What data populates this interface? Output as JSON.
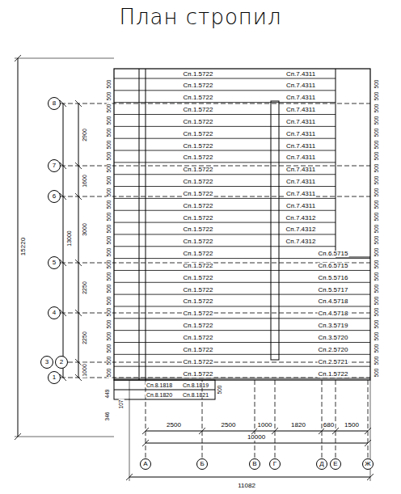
{
  "diagram": {
    "title": "План стропил",
    "nodes": [
      {
        "text": [
          "8"
        ]
      },
      {
        "text": [
          "7"
        ]
      },
      {
        "text": [
          "6"
        ]
      },
      {
        "text": [
          "5"
        ]
      },
      {
        "text": [
          "4"
        ]
      },
      {
        "text": [
          "3"
        ]
      },
      {
        "text": [
          "2"
        ]
      },
      {
        "text": [
          "1"
        ]
      },
      {
        "text": [
          "А"
        ]
      },
      {
        "text": [
          "Б"
        ]
      },
      {
        "text": [
          "В"
        ]
      },
      {
        "text": [
          "Г"
        ]
      },
      {
        "text": [
          "Д"
        ]
      },
      {
        "text": [
          "Е"
        ]
      },
      {
        "text": [
          "Ж"
        ]
      }
    ],
    "labels": [
      "Сп.1.5722",
      "Сп.1.5722",
      "Сп.1.5722",
      "Сп.1.5722",
      "Сп.1.5722",
      "Сп.1.5722",
      "Сп.1.5722",
      "Сп.1.5722",
      "Сп.1.5722",
      "Сп.1.5722",
      "Сп.1.5722",
      "Сп.1.5722",
      "Сп.1.5722",
      "Сп.1.5722",
      "Сп.1.5722",
      "Сп.1.5722",
      "Сп.1.5722",
      "Сп.1.5722",
      "Сп.1.5722",
      "Сп.1.5722",
      "Сп.1.5722",
      "Сп.1.5722",
      "Сп.1.5722",
      "Сп.1.5722",
      "Сп.1.5722",
      "Сп.1.5722",
      "Сп.7.4311",
      "Сп.7.4311",
      "Сп.7.4311",
      "Сп.7.4311",
      "Сп.7.4311",
      "Сп.7.4311",
      "Сп.7.4311",
      "Сп.7.4311",
      "Сп.7.4311",
      "Сп.7.4311",
      "Сп.7.4311",
      "Сп.7.4311",
      "Сп.7.4312",
      "Сп.7.4312",
      "Сп.7.4312",
      "Сп.6.5715",
      "Сп.6.5715",
      "Сп.5.5716",
      "Сп.5.5717",
      "Сп.4.5718",
      "Сп.4.5718",
      "Сп.3.5719",
      "Сп.3.5720",
      "Сп.2.5720",
      "Сп.2.5721",
      "Сп.1.5722",
      "Сп.8.1818",
      "Сп.8.1819",
      "Сп.8.1820",
      "Сп.8.1821",
      "2900",
      "1600",
      "3000",
      "2250",
      "2250",
      "1000",
      "13000",
      "15220",
      "449",
      "107",
      "346",
      "500",
      "2500",
      "2500",
      "1000",
      "1820",
      "680",
      "1500",
      "10000",
      "11082",
      "500",
      "500",
      "500",
      "500",
      "500",
      "500",
      "500",
      "500",
      "500",
      "500",
      "500",
      "500",
      "500",
      "500",
      "500",
      "500",
      "500",
      "500",
      "500",
      "500",
      "500",
      "500",
      "500",
      "500",
      "500",
      "500",
      "500",
      "500",
      "500",
      "500",
      "500",
      "500",
      "500",
      "500",
      "500",
      "500",
      "500",
      "500",
      "500",
      "500",
      "500",
      "500",
      "500",
      "500",
      "500",
      "500",
      "500",
      "500",
      "500",
      "500"
    ]
  }
}
